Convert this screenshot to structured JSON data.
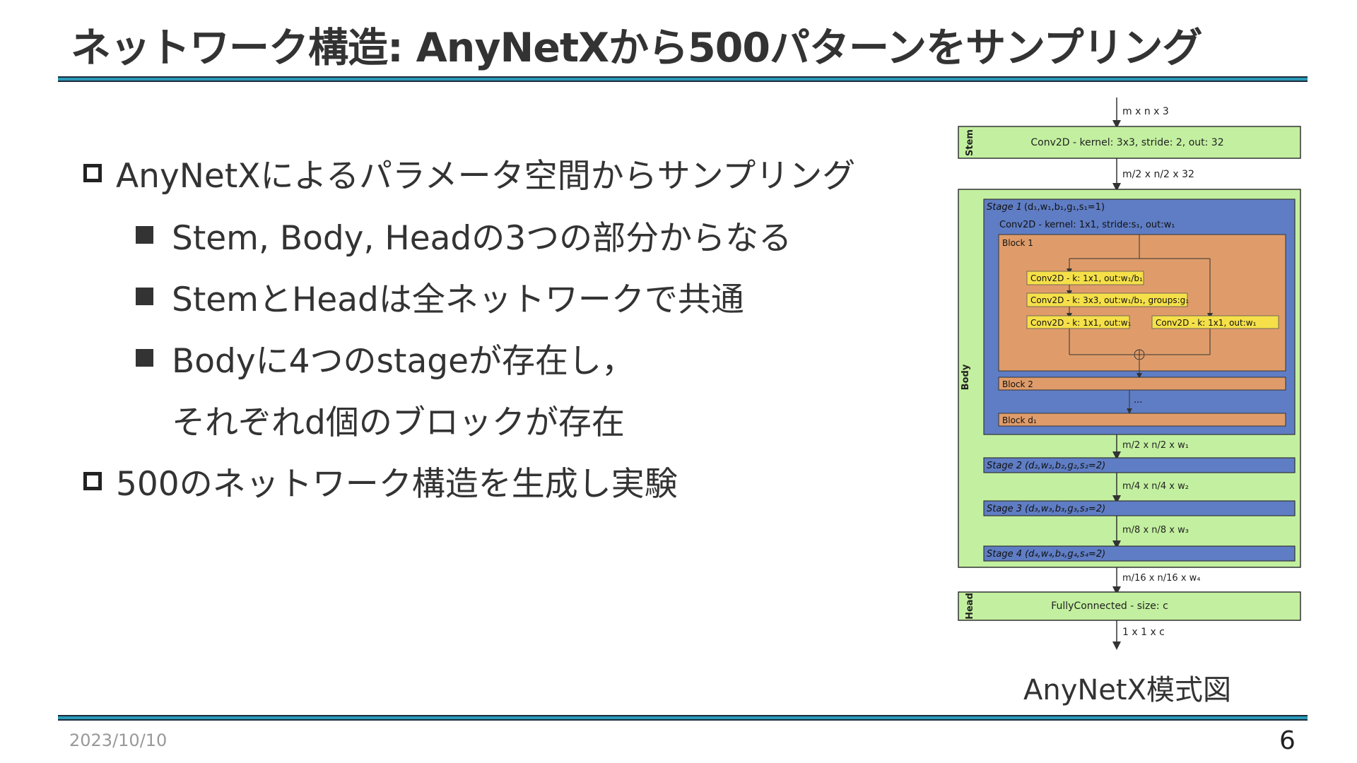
{
  "slide": {
    "title": "ネットワーク構造: AnyNetXから500パターンをサンプリング",
    "date": "2023/10/10",
    "page_number": "6"
  },
  "bullets": [
    {
      "level": 1,
      "text": "AnyNetXによるパラメータ空間からサンプリング"
    },
    {
      "level": 2,
      "text": "Stem, Body, Headの3つの部分からなる"
    },
    {
      "level": 2,
      "text": "StemとHeadは全ネットワークで共通"
    },
    {
      "level": 2,
      "text": "Bodyに4つのstageが存在し，"
    },
    {
      "level": 2,
      "text": "それぞれd個のブロックが存在",
      "continuation": true
    },
    {
      "level": 1,
      "text": "500のネットワーク構造を生成し実験"
    }
  ],
  "diagram": {
    "caption": "AnyNetX模式図",
    "colors": {
      "section": "#c3f0a0",
      "stage": "#5f7dc4",
      "block": "#df9c6a",
      "conv": "#f5e04a",
      "line": "#333333"
    },
    "input_label": "m x n x 3",
    "stem": {
      "label": "Stem",
      "op": "Conv2D - kernel: 3x3, stride: 2, out: 32"
    },
    "after_stem": "m/2 x n/2 x 32",
    "body": {
      "label": "Body",
      "stage1": {
        "name": "Stage 1",
        "params": "(d₁,w₁,b₁,g₁,s₁=1)",
        "conv": "Conv2D - kernel: 1x1, stride:s₁, out:w₁"
      },
      "block1": {
        "label": "Block 1",
        "convs": [
          "Conv2D - k: 1x1, out:w₁/b₁",
          "Conv2D - k: 3x3, out:w₁/b₁, groups:g₁",
          "Conv2D - k: 1x1, out:w₁"
        ],
        "shortcut": "Conv2D - k: 1x1, out:w₁"
      },
      "block2": "Block 2",
      "ellipsis": "...",
      "blockd": "Block d₁",
      "after_stage1": "m/2 x n/2 x w₁",
      "stage2": "Stage 2 (d₂,w₂,b₂,g₂,s₂=2)",
      "after_stage2": "m/4 x n/4 x w₂",
      "stage3": "Stage 3 (d₃,w₃,b₃,g₃,s₃=2)",
      "after_stage3": "m/8 x n/8 x w₃",
      "stage4": "Stage 4 (d₄,w₄,b₄,g₄,s₄=2)"
    },
    "after_body": "m/16 x n/16 x w₄",
    "head": {
      "label": "Head",
      "op": "FullyConnected - size: c"
    },
    "output_label": "1 x 1 x c"
  }
}
